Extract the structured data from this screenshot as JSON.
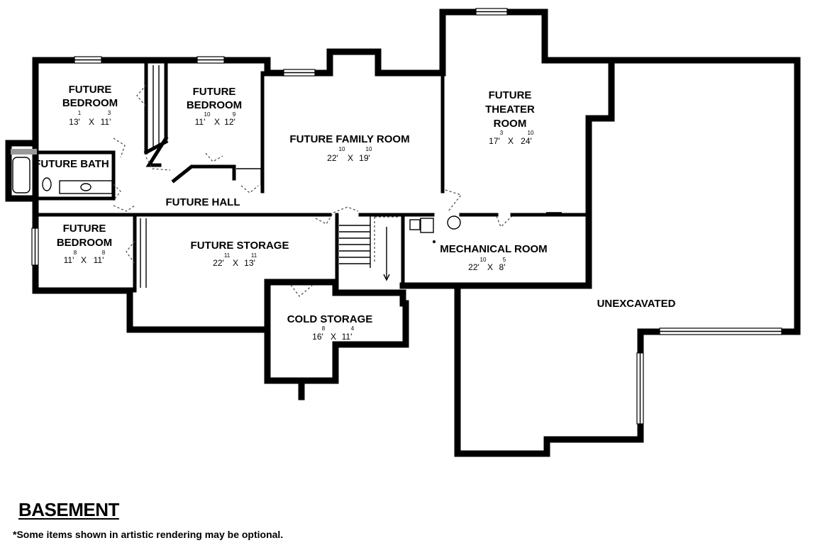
{
  "plan": {
    "title": "BASEMENT",
    "note": "*Some items shown in artistic rendering may be optional."
  },
  "rooms": {
    "bedroom_nw": {
      "name": [
        "FUTURE",
        "BEDROOM"
      ],
      "w": "13'",
      "w_sup": "1",
      "x": "X",
      "d": "11'",
      "d_sup": "3"
    },
    "bedroom_n": {
      "name": [
        "FUTURE",
        "BEDROOM"
      ],
      "w": "11'",
      "w_sup": "10",
      "x": "X",
      "d": "12'",
      "d_sup": "9"
    },
    "bath": {
      "name": [
        "FUTURE BATH"
      ]
    },
    "family": {
      "name": [
        "FUTURE FAMILY ROOM"
      ],
      "w": "22'",
      "w_sup": "10",
      "x": "X",
      "d": "19'",
      "d_sup": "10"
    },
    "theater": {
      "name": [
        "FUTURE",
        "THEATER",
        "ROOM"
      ],
      "w": "17'",
      "w_sup": "3",
      "x": "X",
      "d": "24'",
      "d_sup": "10"
    },
    "hall": {
      "name": [
        "FUTURE HALL"
      ]
    },
    "bedroom_sw": {
      "name": [
        "FUTURE",
        "BEDROOM"
      ],
      "w": "11'",
      "w_sup": "8",
      "x": "X",
      "d": "11'",
      "d_sup": "8"
    },
    "storage": {
      "name": [
        "FUTURE STORAGE"
      ],
      "w": "22'",
      "w_sup": "11",
      "x": "X",
      "d": "13'",
      "d_sup": "11"
    },
    "mechanical": {
      "name": [
        "MECHANICAL ROOM"
      ],
      "w": "22'",
      "w_sup": "10",
      "x": "X",
      "d": "8'",
      "d_sup": "5"
    },
    "cold": {
      "name": [
        "COLD STORAGE"
      ],
      "w": "16'",
      "w_sup": "8",
      "x": "X",
      "d": "11'",
      "d_sup": "4"
    },
    "unexcavated": {
      "name": [
        "UNEXCAVATED"
      ]
    }
  }
}
